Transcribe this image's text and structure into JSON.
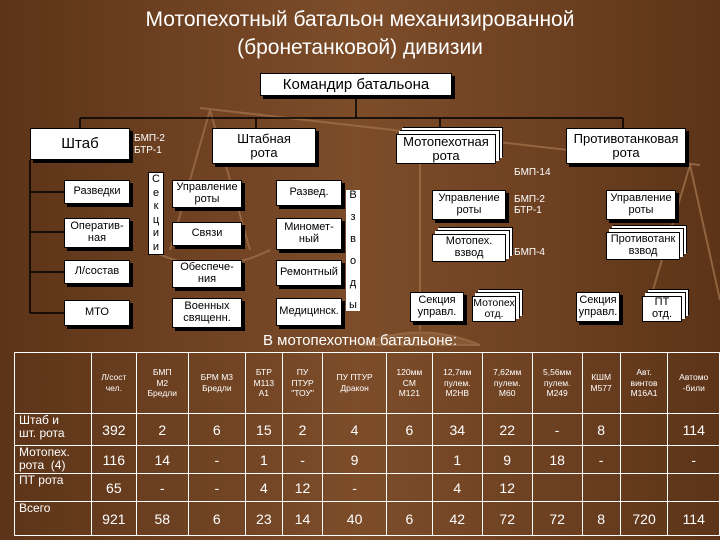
{
  "title": {
    "line1": "Мотопехотный батальон механизированной",
    "line2": "(бронетанковой) дивизии"
  },
  "commander": "Командир батальона",
  "headquarters": {
    "staff": "Штаб",
    "note": "БМП-2\nБТР-1",
    "staff_company": "Штабная\nрота",
    "units": [
      "Разведки",
      "Оператив-\nная",
      "Л/состав",
      "МТО"
    ],
    "hq_company_vertical": "С\nе\nк\nц\nи\nи",
    "sections": [
      "Управление\nроты",
      "Связи",
      "Обеспече-\nния",
      "Военных\nсвященн."
    ],
    "platoons_vertical": "В\n\nз\n\nв\n\nо\n\nд\n\nы",
    "platoons": [
      "Развед.",
      "Миномет-\nный",
      "Ремонтный",
      "Медицинск."
    ]
  },
  "infantry": {
    "company": "Мотопехотная\nрота",
    "note1": "БМП-14",
    "mgmt": "Управление\nроты",
    "platoon": "Мотопех.\nвзвод",
    "note2": "БМП-4",
    "section": "Секция\nуправл.",
    "squad": "Мотопех\nотд."
  },
  "antitank": {
    "company": "Противотанковая\nрота",
    "note1": "БМП-2\nБТР-1",
    "mgmt": "Управление\nроты",
    "platoon": "Противотанк\nвзвод",
    "section": "Секция\nуправл.",
    "squad": "ПТ\nотд."
  },
  "table_caption": "В мотопехотном батальоне:",
  "table": {
    "headers": [
      "Л/сост\nчел.",
      "БМП\nМ2\nБредли",
      "БРМ М3\nБредли",
      "БТР\nМ113\nА1",
      "ПУ\nПТУР\n\"ТОУ\"",
      "ПУ ПТУР\nДракон",
      "120мм\nСМ\nМ121",
      "12,7мм\nпулем.\nМ2НВ",
      "7,62мм\nпулем.\nМ60",
      "5,56мм\nпулем.\nМ249",
      "КШМ\nМ577",
      "Авт.\nвинтов\nМ16А1",
      "Автомо\n-били"
    ],
    "rows": [
      {
        "label": "Штаб и\nшт. рота",
        "cells": [
          "392",
          "2",
          "6",
          "15",
          "2",
          "4",
          "6",
          "34",
          "22",
          "-",
          "8",
          "",
          "114"
        ]
      },
      {
        "label": "Мотопех.\nрота  (4)",
        "cells": [
          "116",
          "14",
          "-",
          "1",
          "-",
          "9",
          "",
          "1",
          "9",
          "18",
          "-",
          "",
          "-"
        ]
      },
      {
        "label": "ПТ рота",
        "cells": [
          "65",
          "-",
          "-",
          "4",
          "12",
          "-",
          "",
          "4",
          "12",
          "",
          "",
          "",
          ""
        ]
      },
      {
        "label": "Всего",
        "cells": [
          "921",
          "58",
          "6",
          "23",
          "14",
          "40",
          "6",
          "42",
          "72",
          "72",
          "8",
          "720",
          "114"
        ]
      }
    ]
  }
}
